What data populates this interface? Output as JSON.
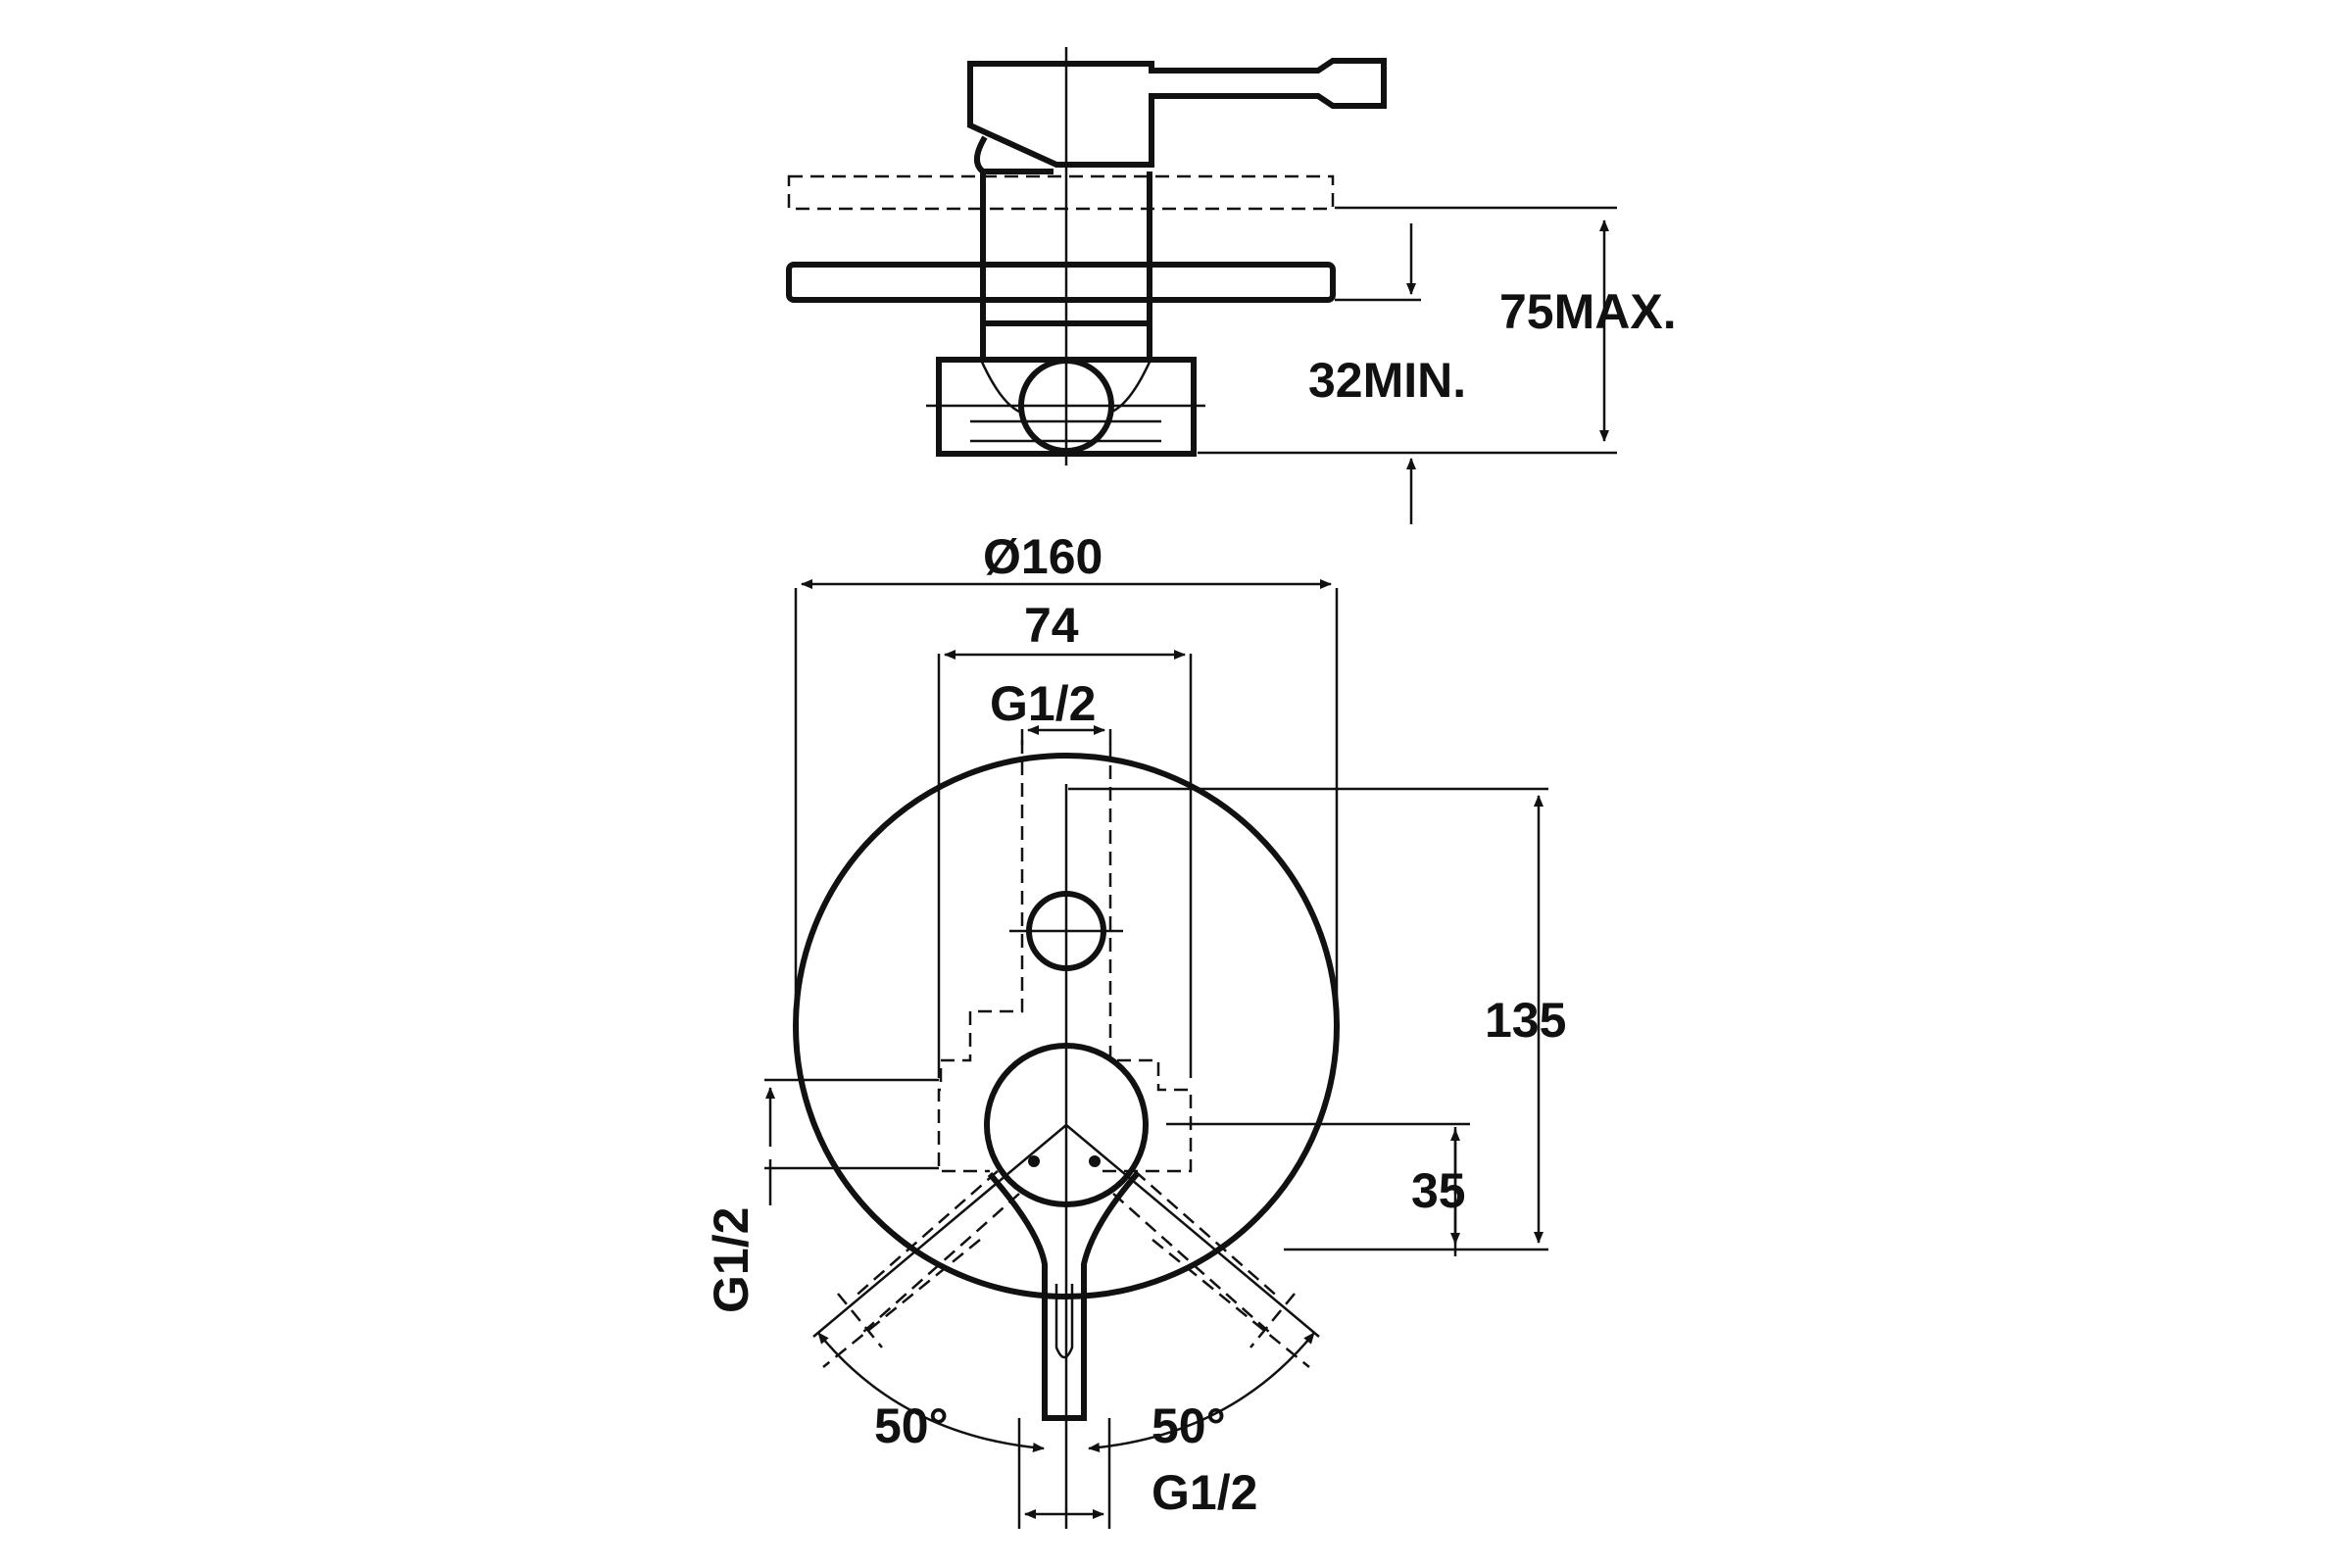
{
  "dimensions": {
    "max_depth": "75MAX.",
    "min_depth": "32MIN.",
    "plate_diameter": "Ø160",
    "body_width": "74",
    "top_connection": "G1/2",
    "height": "135",
    "offset": "35",
    "left_connection": "G1/2",
    "angle_left": "50°",
    "angle_right": "50°",
    "bottom_connection": "G1/2"
  }
}
